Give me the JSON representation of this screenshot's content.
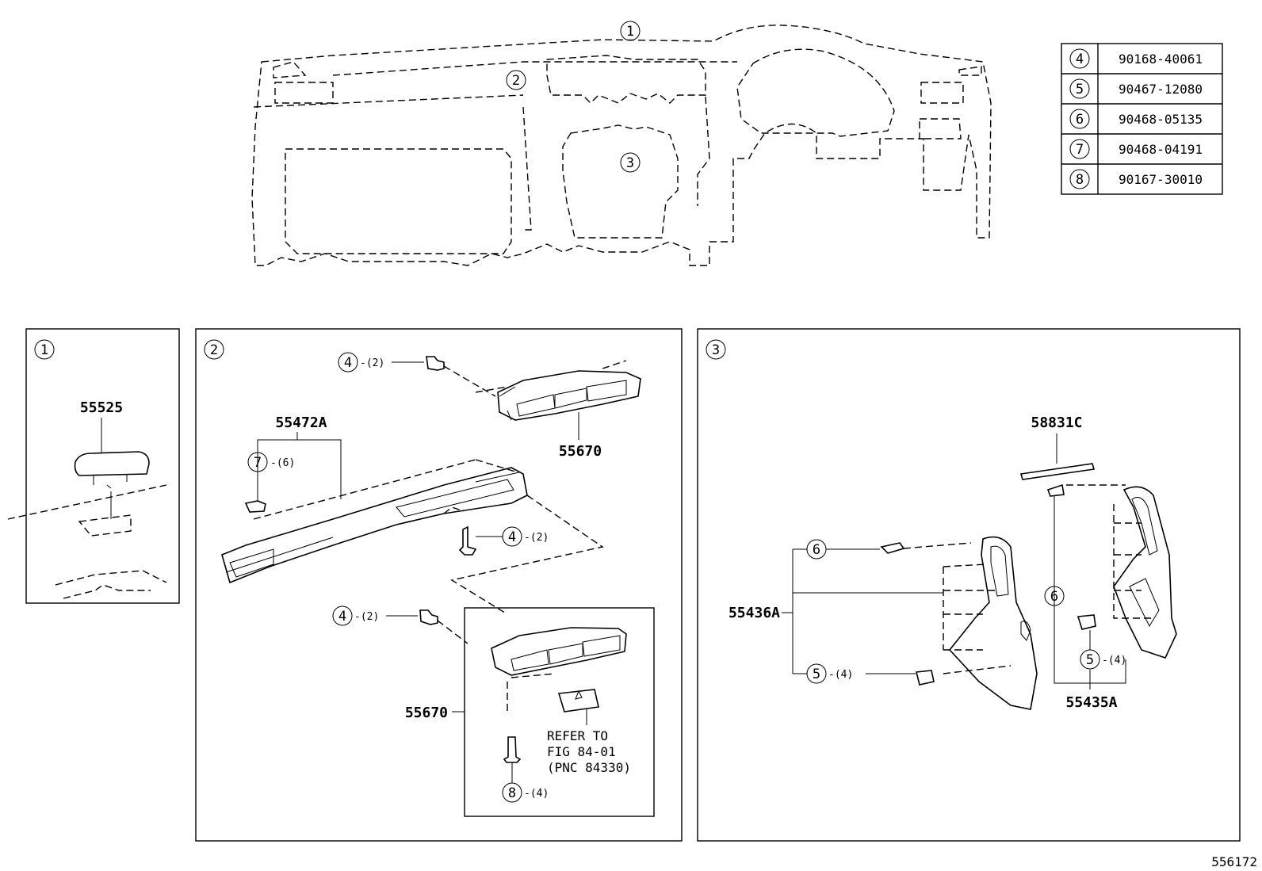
{
  "parts_table": [
    {
      "key": "4",
      "part": "90168-40061"
    },
    {
      "key": "5",
      "part": "90467-12080"
    },
    {
      "key": "6",
      "part": "90468-05135"
    },
    {
      "key": "7",
      "part": "90468-04191"
    },
    {
      "key": "8",
      "part": "90167-30010"
    }
  ],
  "overview": {
    "callout_1": "1",
    "callout_2": "2",
    "callout_3": "3"
  },
  "panel1": {
    "index": "1",
    "part": "55525"
  },
  "panel2": {
    "index": "2",
    "part_upper_vent": "55670",
    "part_panel": "55472A",
    "part_lower_vent": "55670",
    "bolt_top": "4",
    "bolt_top_qty": "-(2)",
    "clip7": "7",
    "clip7_qty": "-(6)",
    "bolt_mid": "4",
    "bolt_mid_qty": "-(2)",
    "bolt_low": "4",
    "bolt_low_qty": "-(2)",
    "screw8": "8",
    "screw8_qty": "-(4)",
    "refer_1": "REFER TO",
    "refer_2": "FIG 84-01",
    "refer_3": "(PNC 84330)"
  },
  "panel3": {
    "index": "3",
    "part_strip": "58831C",
    "part_left": "55436A",
    "part_right": "55435A",
    "clip6_left": "6",
    "clip5_left": "5",
    "clip5_left_qty": "-(4)",
    "clip6_right": "6",
    "clip5_right": "5",
    "clip5_right_qty": "-(4)"
  },
  "diagram_id": "556172"
}
